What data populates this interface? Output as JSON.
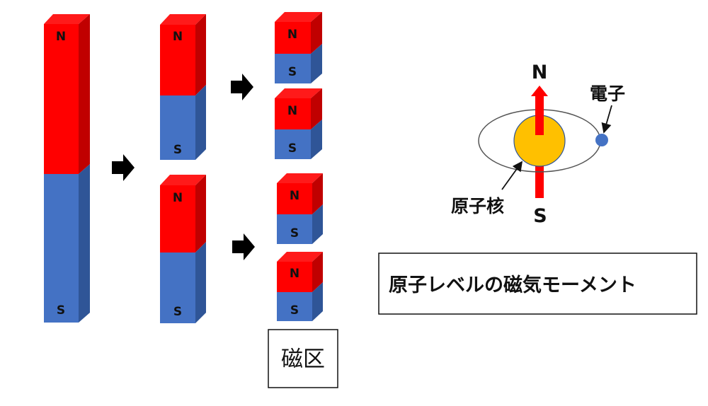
{
  "pole_labels": {
    "north": "N",
    "south": "S"
  },
  "atom": {
    "north": "N",
    "south": "S",
    "electron_label": "電子",
    "nucleus_label": "原子核"
  },
  "caption_box": "原子レベルの磁気モーメント",
  "domain_box": "磁区",
  "colors": {
    "north": "#ff0000",
    "north_side": "#c00000",
    "north_top": "#ff1a1a",
    "south": "#4472c4",
    "south_side": "#2f5597",
    "nucleus": "#ffc000",
    "electron": "#4472c4",
    "arrow": "#000000"
  }
}
